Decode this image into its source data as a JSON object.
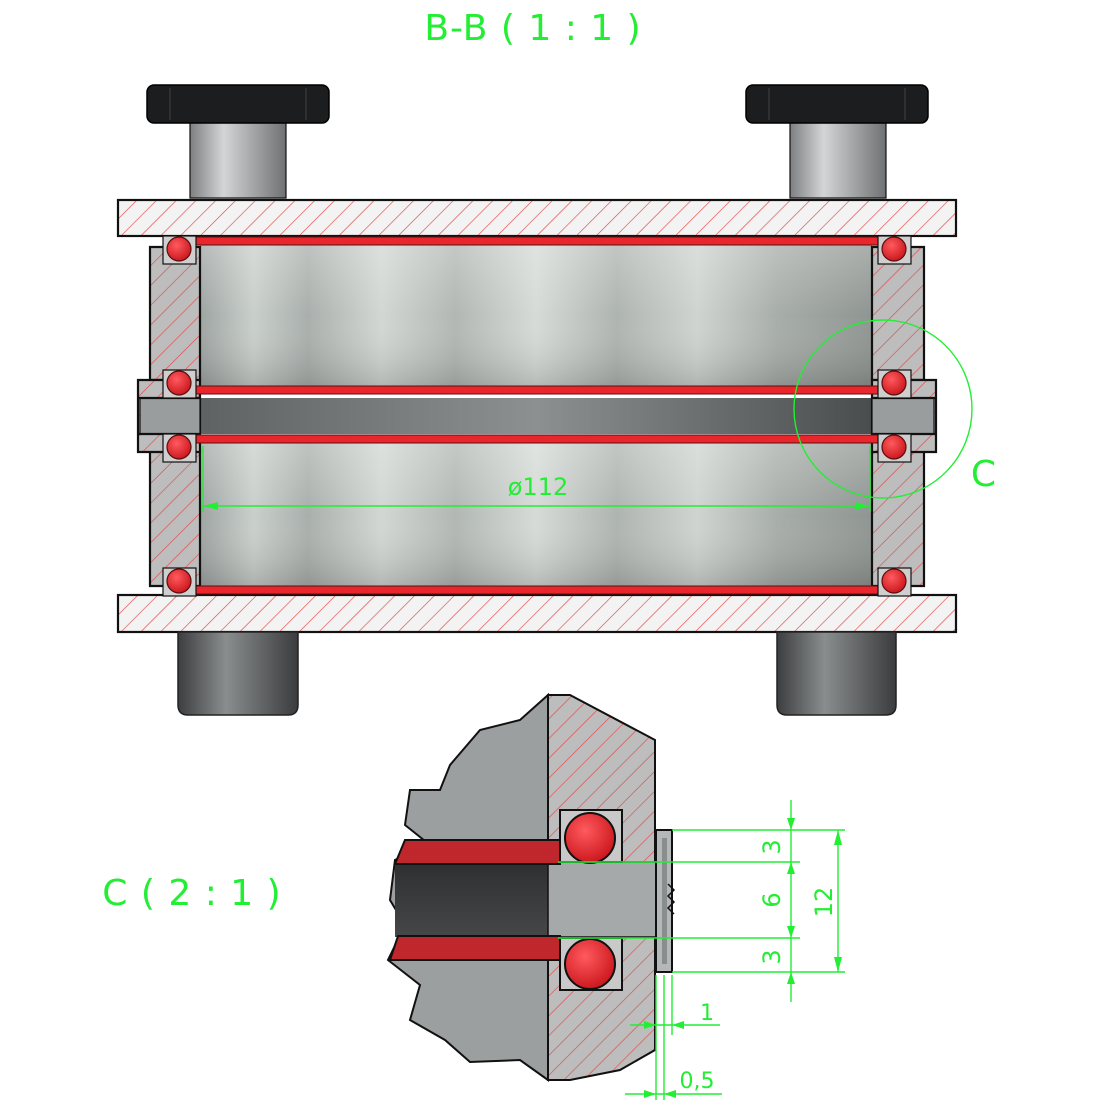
{
  "views": {
    "section_title": "B-B ( 1 : 1 )",
    "detail_title": "C ( 2 : 1 )",
    "detail_marker": "C"
  },
  "dimensions": {
    "diameter": "ø112",
    "d_top": "3",
    "d_mid": "6",
    "d_bot": "3",
    "d_total": "12",
    "d_lip": "1",
    "d_gap": "0,5"
  },
  "colors": {
    "annotation": "#22ee33",
    "seal": "#e8262c",
    "hatch": "#e24a4a",
    "ink": "#111111"
  }
}
